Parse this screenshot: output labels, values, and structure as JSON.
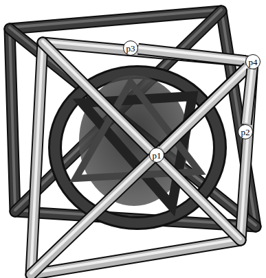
{
  "diagram": {
    "nodes": [
      {
        "text": [
          "p3"
        ]
      },
      {
        "text": [
          "p4"
        ]
      },
      {
        "text": [
          "p2"
        ]
      },
      {
        "text": [
          "p1"
        ]
      }
    ],
    "edges": [
      {
        "from": 0,
        "to": 1,
        "arrow": "none"
      },
      {
        "from": 1,
        "to": 3,
        "arrow": "none"
      },
      {
        "from": 1,
        "to": 2,
        "arrow": "none"
      }
    ]
  }
}
